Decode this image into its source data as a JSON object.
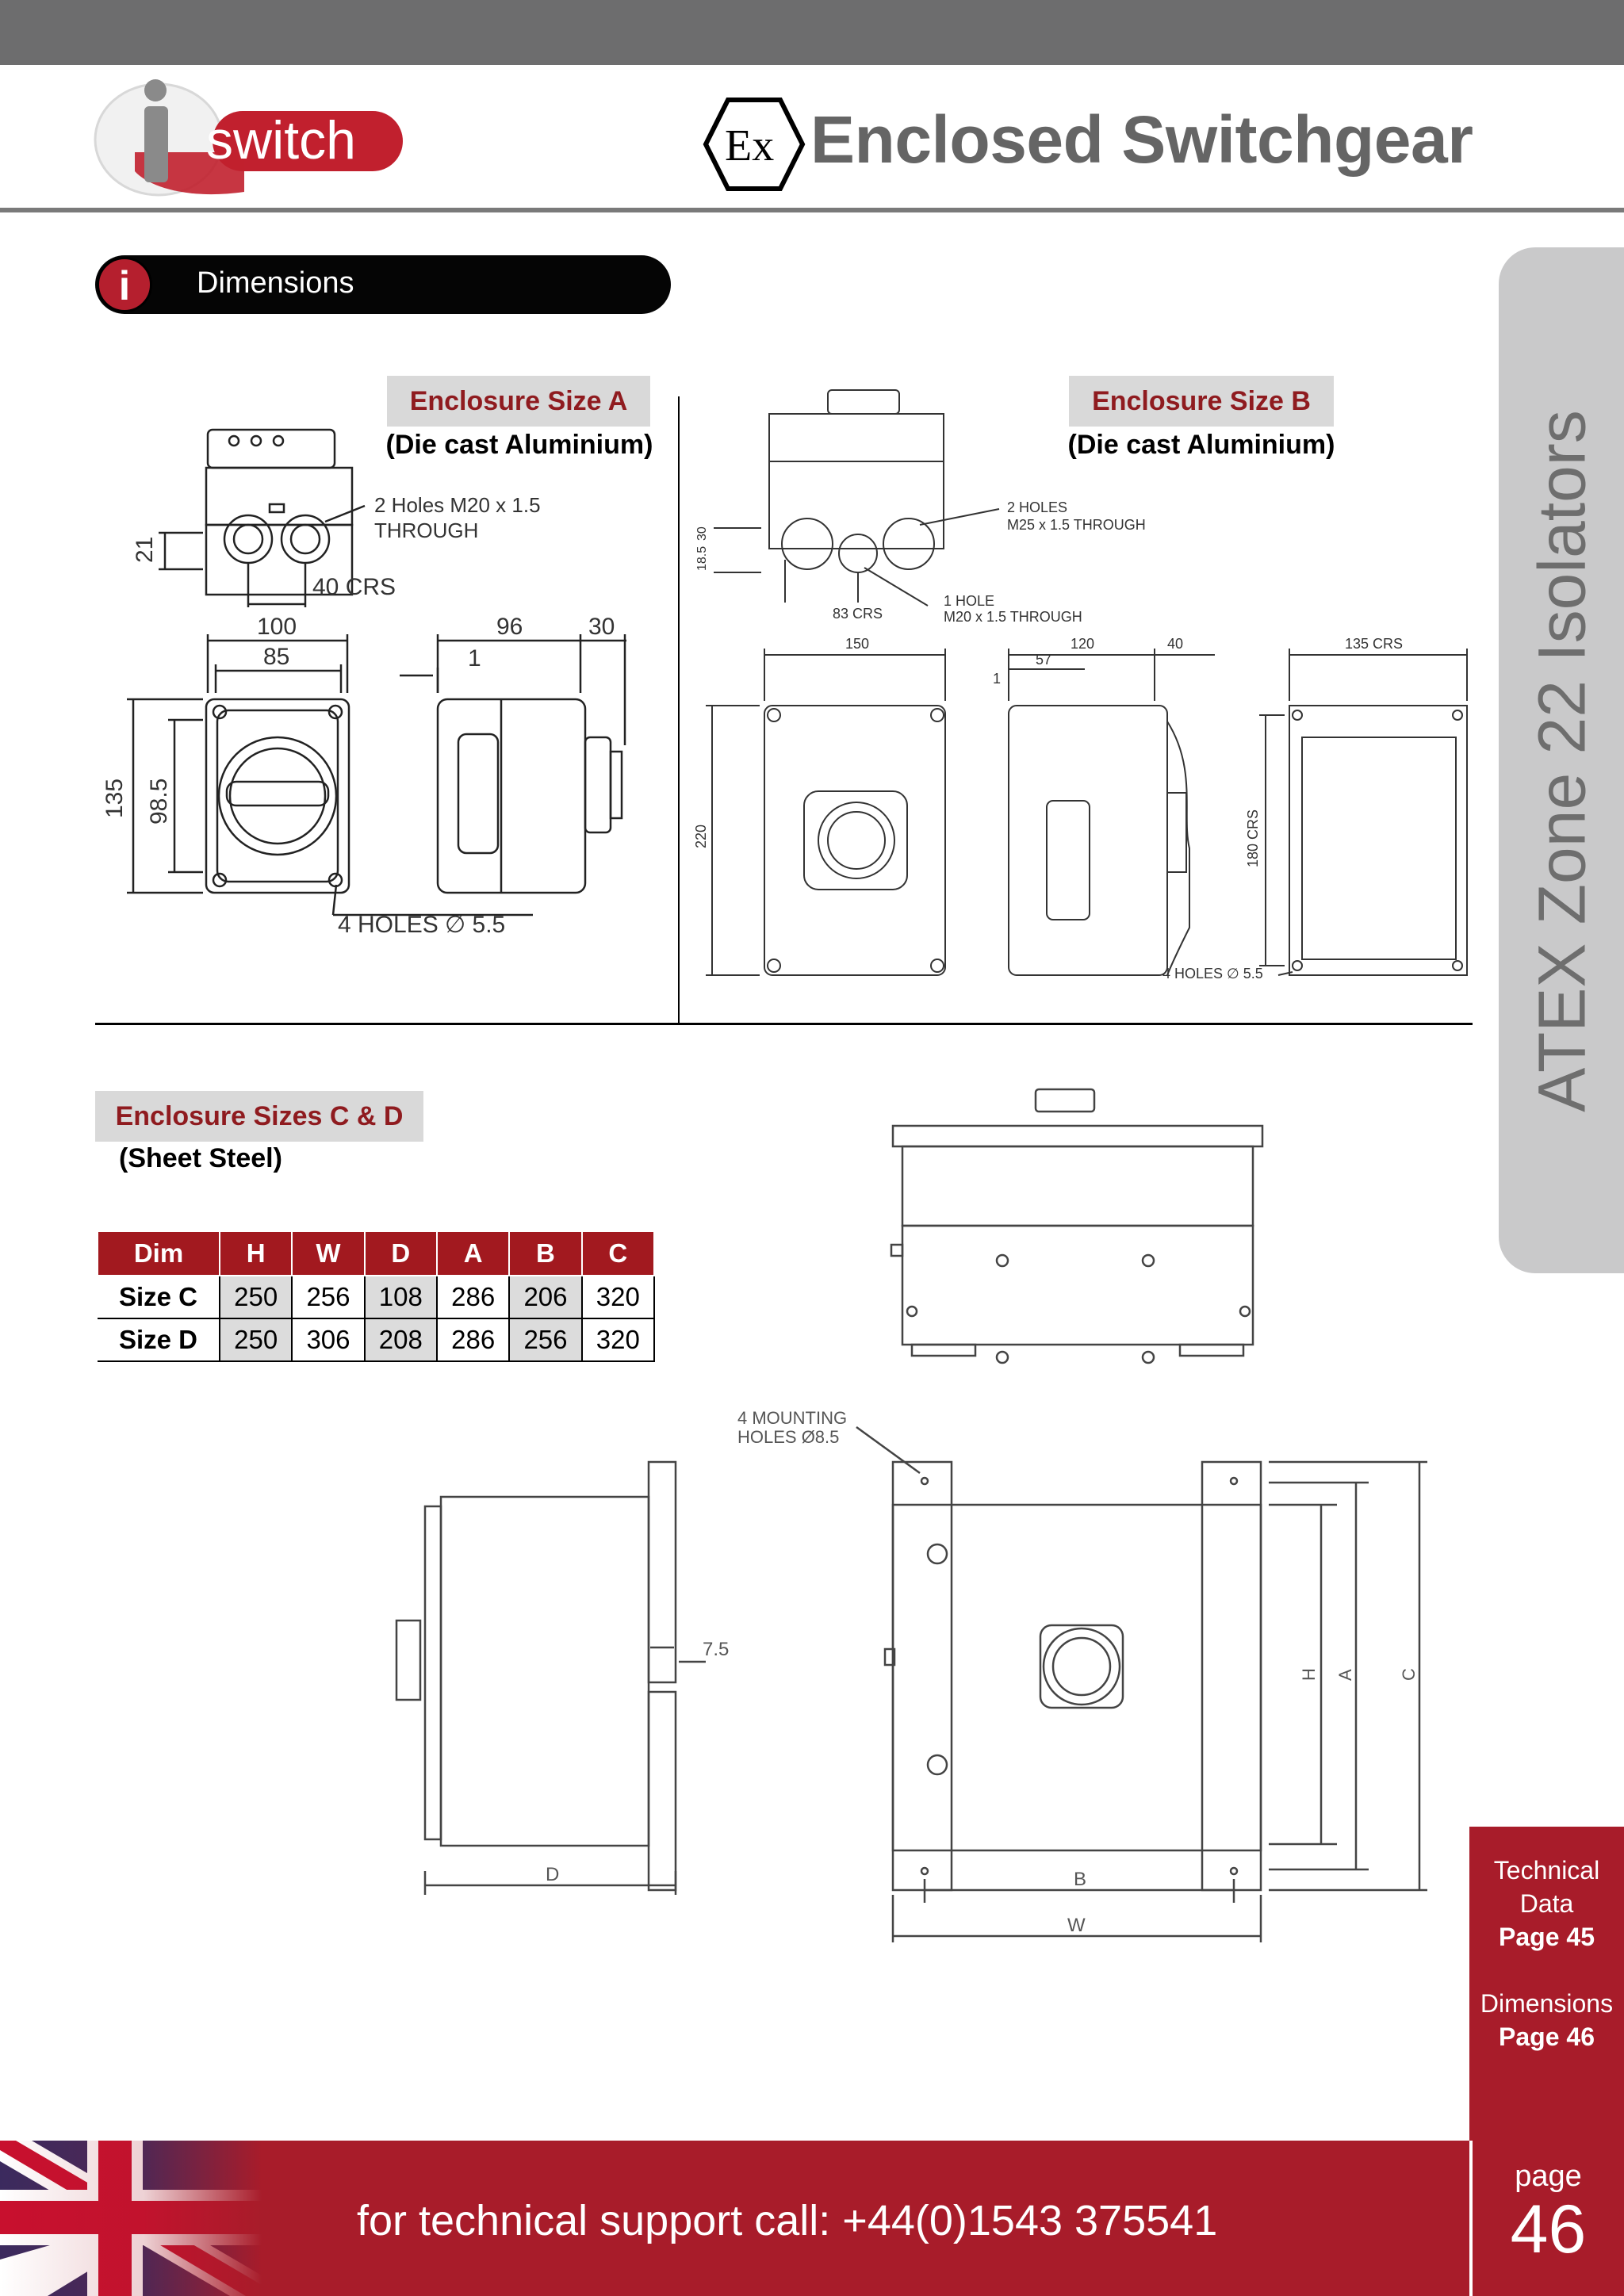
{
  "header": {
    "brand": "switch",
    "brand_i": "i",
    "ex_mark": "Ex",
    "title": "Enclosed Switchgear"
  },
  "section": {
    "label": "Dimensions",
    "icon_letter": "i"
  },
  "side_tab": {
    "text": "ATEX Zone 22 Isolators"
  },
  "enclosure_a": {
    "title": "Enclosure Size A",
    "subtitle": "(Die cast Aluminium)",
    "callouts": {
      "holes": "2 Holes M20 x 1.5",
      "through": "THROUGH",
      "crs": "40  CRS",
      "mounting": "4 HOLES  ∅ 5.5"
    },
    "dims": {
      "d21": "21",
      "d100": "100",
      "d85": "85",
      "d135": "135",
      "d98_5": "98.5",
      "d96": "96",
      "d30": "30",
      "d1": "1"
    }
  },
  "enclosure_b": {
    "title": "Enclosure Size B",
    "subtitle": "(Die cast Aluminium)",
    "callouts": {
      "holes": "2 HOLES",
      "holes_spec": "M25 x 1.5 THROUGH",
      "hole1": "1 HOLE",
      "hole1_spec": "M20 x 1.5 THROUGH",
      "crs83": "83  CRS",
      "crs135": "135  CRS",
      "crs180": "180  CRS",
      "mounting": "4 HOLES  ∅ 5.5"
    },
    "dims": {
      "d30": "30",
      "d18_5": "18.5",
      "d150": "150",
      "d120": "120",
      "d40": "40",
      "d57": "57",
      "d1": "1",
      "d220": "220"
    }
  },
  "enclosure_cd": {
    "title": "Enclosure Sizes C & D",
    "subtitle": "(Sheet Steel)",
    "table": {
      "headers": [
        "Dim",
        "H",
        "W",
        "D",
        "A",
        "B",
        "C"
      ],
      "rows": [
        [
          "Size C",
          "250",
          "256",
          "108",
          "286",
          "206",
          "320"
        ],
        [
          "Size D",
          "250",
          "306",
          "208",
          "286",
          "256",
          "320"
        ]
      ]
    },
    "callouts": {
      "mounting": "4 MOUNTING",
      "mounting2": "HOLES Ø8.5",
      "gap": "7.5",
      "d": "D",
      "b": "B",
      "w": "W",
      "h": "H",
      "a": "A",
      "c": "C"
    }
  },
  "nav": {
    "item1_line1": "Technical",
    "item1_line2": "Data",
    "item1_page": "Page 45",
    "item2_line1": "Dimensions",
    "item2_page": "Page 46"
  },
  "footer": {
    "support": "for technical support call: +44(0)1543 375541",
    "page_label": "page",
    "page_number": "46"
  },
  "colors": {
    "brand_red": "#a81c2a",
    "dark_red_text": "#8f1b1f",
    "grey_bar": "#6d6d6e"
  }
}
